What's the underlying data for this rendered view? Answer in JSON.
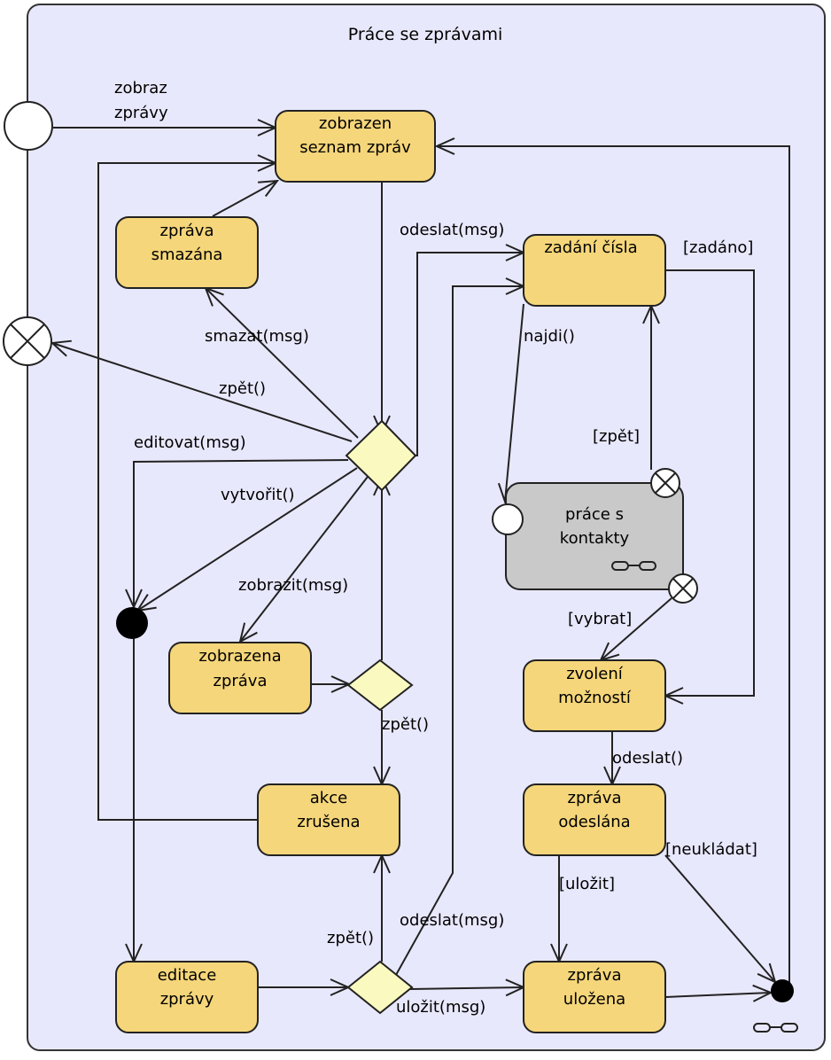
{
  "diagram": {
    "title": "Práce se zprávami",
    "colors": {
      "container_fill": "#e8e8fc",
      "state_fill": "#f5d67a",
      "decision_fill": "#fafac0",
      "substate_fill": "#c9c9c9",
      "line": "#222222"
    },
    "states": {
      "zobrazen_seznam": [
        "zobrazen",
        "seznam zpráv"
      ],
      "zprava_smazana": [
        "zpráva",
        "smazána"
      ],
      "zadani_cisla": [
        "zadání čísla"
      ],
      "prace_s_kontakty": [
        "práce s",
        "kontakty"
      ],
      "zobrazena_zprava": [
        "zobrazena",
        "zpráva"
      ],
      "zvoleni_moznosti": [
        "zvolení",
        "možností"
      ],
      "akce_zrusena": [
        "akce",
        "zrušena"
      ],
      "zprava_odeslana": [
        "zpráva",
        "odeslána"
      ],
      "editace_zpravy": [
        "editace",
        "zprávy"
      ],
      "zprava_ulozena": [
        "zpráva",
        "uložena"
      ]
    },
    "labels": {
      "zobraz_zpravy": [
        "zobraz",
        "zprávy"
      ],
      "odeslat_msg_top": "odeslat(msg)",
      "zadano": "[zadáno]",
      "smazat_msg": "smazat(msg)",
      "najdi": "najdi()",
      "zpet_exit": "zpět()",
      "editovat_msg": "editovat(msg)",
      "zpet_bracket": "[zpět]",
      "vytvorit": "vytvořit()",
      "zobrazit_msg": "zobrazit(msg)",
      "vybrat": "[vybrat]",
      "zpet_mid": "zpět()",
      "odeslat_call": "odeslat()",
      "neukladat": "[neukládat]",
      "ulozit": "[uložit]",
      "odeslat_msg_bottom": "odeslat(msg)",
      "zpet_bottom": "zpět()",
      "ulozit_msg": "uložit(msg)"
    },
    "icons": {
      "entry_point": "entry-point-circle",
      "exit_point": "exit-point-cross-circle",
      "initial_node": "initial-node-dot",
      "final_node": "final-node-dot",
      "submachine": "submachine-glasses-icon"
    }
  }
}
